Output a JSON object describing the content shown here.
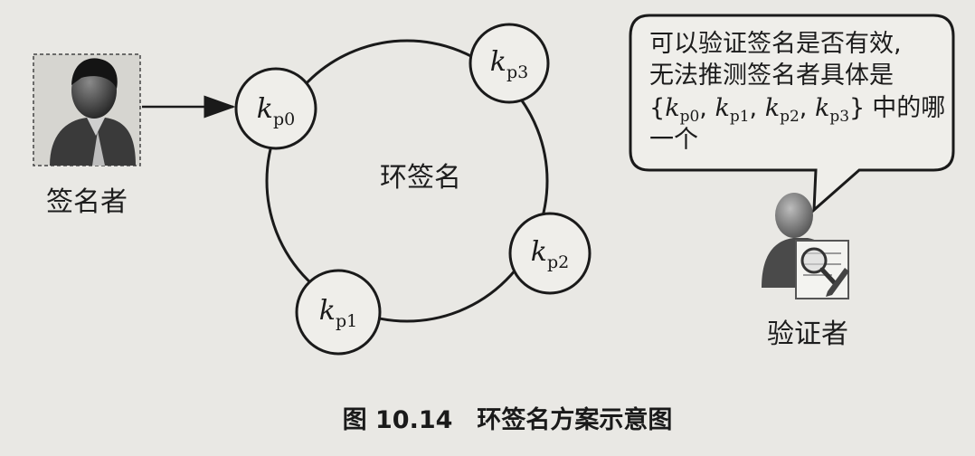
{
  "ring_center_label": "环签名",
  "nodes": [
    {
      "base": "k",
      "sub": "p0"
    },
    {
      "base": "k",
      "sub": "p1"
    },
    {
      "base": "k",
      "sub": "p2"
    },
    {
      "base": "k",
      "sub": "p3"
    }
  ],
  "signer_label": "签名者",
  "verifier_label": "验证者",
  "bubble": {
    "line1": "可以验证签名是否有效,",
    "line2": "无法推测签名者具体是",
    "set_open": "{",
    "set_items": [
      {
        "base": "k",
        "sub": "p0"
      },
      {
        "base": "k",
        "sub": "p1"
      },
      {
        "base": "k",
        "sub": "p2"
      },
      {
        "base": "k",
        "sub": "p3"
      }
    ],
    "set_close": "}",
    "line3_suffix": "中的哪",
    "line4": "一个"
  },
  "caption": "图 10.14　环签名方案示意图"
}
